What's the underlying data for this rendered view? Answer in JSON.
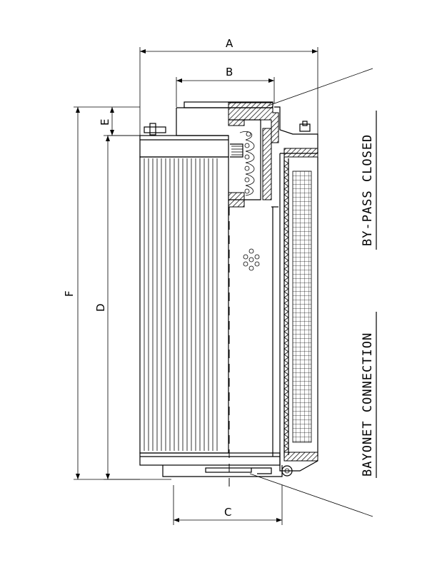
{
  "dimensions": {
    "a": "A",
    "b": "B",
    "c": "C",
    "d": "D",
    "e": "E",
    "f": "F"
  },
  "captions": {
    "bypass": "BY-PASS CLOSED",
    "connection": "BAYONET CONNECTION"
  }
}
